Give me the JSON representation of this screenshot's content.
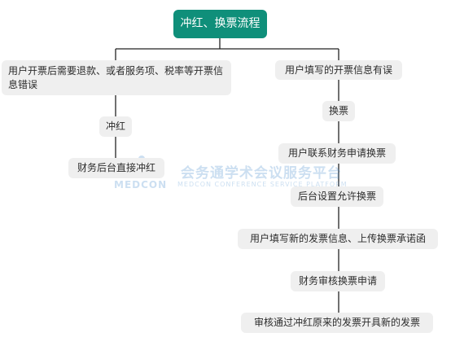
{
  "diagram": {
    "root": "冲红、换票流程",
    "left_branch": {
      "condition": "用户开票后需要退款、或者服务项、税率等开票信息错误",
      "action": "冲红",
      "step": "财务后台直接冲红"
    },
    "right_branch": {
      "condition": "用户填写的开票信息有误",
      "action": "换票",
      "steps": [
        "用户联系财务申请换票",
        "后台设置允许换票",
        "用户填写新的发票信息、上传换票承诺函",
        "财务审核换票申请",
        "审核通过冲红原来的发票开具新的发票"
      ]
    }
  },
  "watermark": {
    "cn": "会务通学术会议服务平台",
    "en_brand": "MEDCON",
    "en_sub": "MEDCON CONFERENCE SERVICE PLATFORM"
  },
  "colors": {
    "root_bg": "#0f8f7a",
    "node_bg": "#efefef",
    "line": "#222222",
    "watermark": "#4a8fd0"
  }
}
